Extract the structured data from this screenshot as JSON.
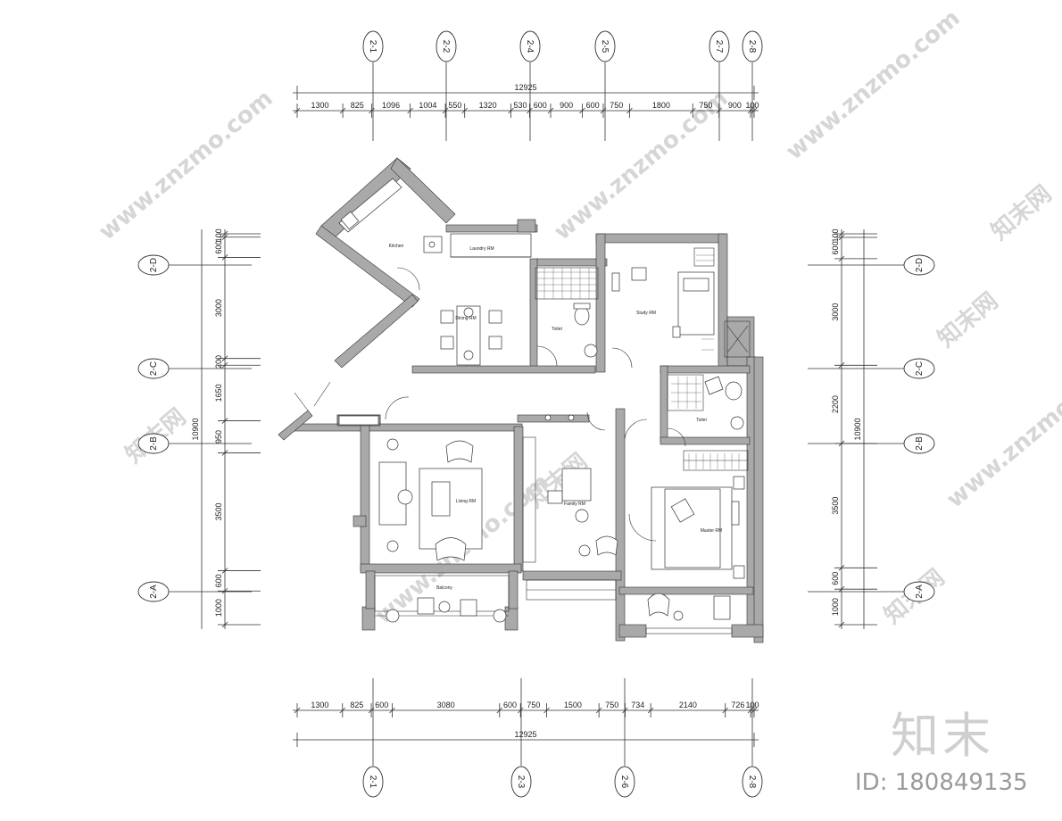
{
  "top_dims": {
    "total": "12925",
    "segments": [
      "1300",
      "825",
      "1096",
      "1004",
      "550",
      "1320",
      "530",
      "600",
      "900",
      "600",
      "750",
      "1800",
      "750",
      "900",
      "100"
    ]
  },
  "bottom_dims": {
    "total": "12925",
    "segments": [
      "1300",
      "825",
      "600",
      "3080",
      "600",
      "750",
      "1500",
      "750",
      "734",
      "2140",
      "726",
      "100"
    ]
  },
  "left_dims": {
    "total": "10900",
    "segments": [
      "100",
      "600",
      "3000",
      "200",
      "1650",
      "950",
      "3500",
      "600",
      "1000"
    ]
  },
  "right_dims": {
    "total": "10900",
    "segments": [
      "100",
      "600",
      "3000",
      "2200",
      "3500",
      "600",
      "1000"
    ]
  },
  "top_axes": [
    "2-1",
    "2-2",
    "2-4",
    "2-5",
    "2-7",
    "2-8"
  ],
  "bottom_axes": [
    "2-1",
    "2-3",
    "2-6",
    "2-8"
  ],
  "left_axes": [
    "2-D",
    "2-C",
    "2-B",
    "2-A"
  ],
  "right_axes": [
    "2-D",
    "2-C",
    "2-B",
    "2-A"
  ],
  "rooms": {
    "kitchen": "Kitchen",
    "laundry": "Laundry RM",
    "dining": "Dining RM",
    "toilet1": "Toilet",
    "study": "Study RM",
    "toilet2": "Toilet",
    "living": "Living RM",
    "family": "Family RM",
    "master": "Master RM",
    "balcony": "Balcony"
  },
  "watermarks": {
    "site": "www.znzmo.com",
    "cn": "知末网"
  },
  "brand": {
    "logo": "知末",
    "id": "ID: 180849135"
  }
}
